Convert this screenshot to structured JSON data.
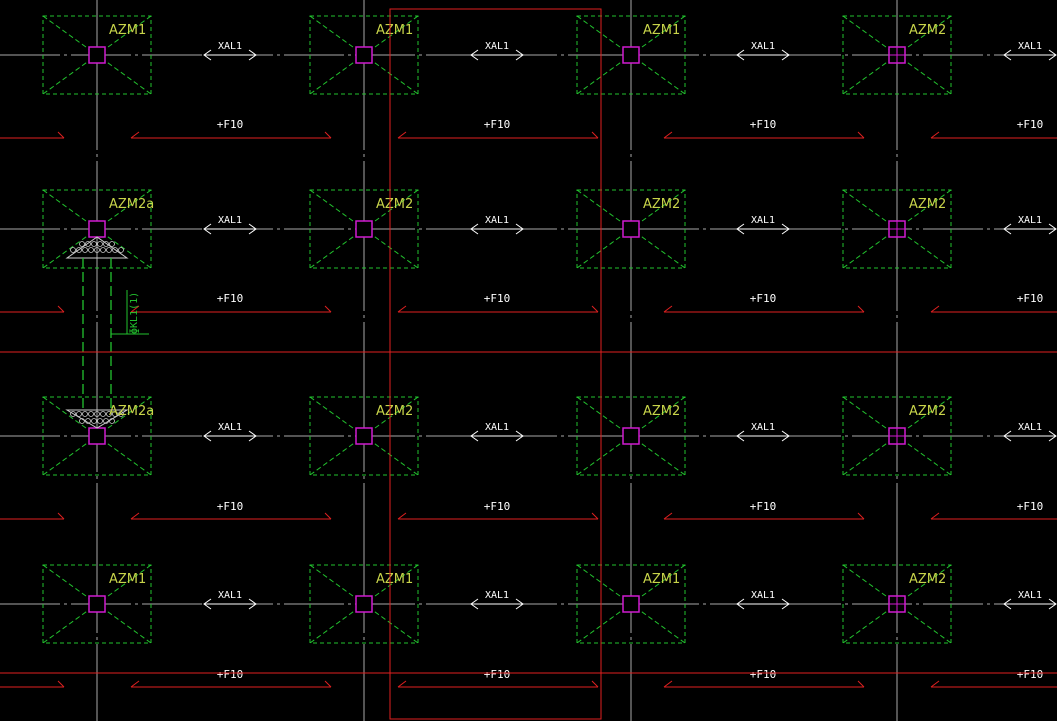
{
  "app": "CAD foundation plan",
  "colors": {
    "background": "#000000",
    "axis": "#a8a8a8",
    "pile_cap": "#22c22e",
    "column": "#d01ad0",
    "beam": "#e02020",
    "label": "#c8d44a",
    "xal": "#ffffff",
    "hatch": "#cccccc"
  },
  "xal_label": "XAL1",
  "f10_label": "+F10",
  "vertical_label": "ɸKL1(1)",
  "caps": [
    [
      "AZM1",
      "AZM1",
      "AZM1",
      "AZM2"
    ],
    [
      "AZM2a",
      "AZM2",
      "AZM2",
      "AZM2"
    ],
    [
      "AZM2a",
      "AZM2",
      "AZM2",
      "AZM2"
    ],
    [
      "AZM1",
      "AZM1",
      "AZM1",
      "AZM2"
    ]
  ]
}
